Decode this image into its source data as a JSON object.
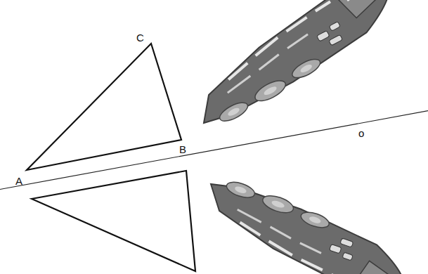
{
  "diagram": {
    "labels": [
      "C",
      "A",
      "B",
      "o"
    ]
  }
}
